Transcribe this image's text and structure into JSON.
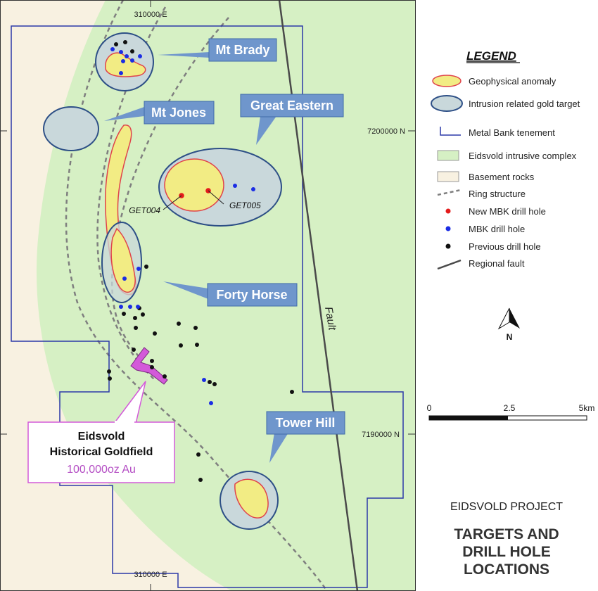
{
  "map": {
    "grid_labels": {
      "easting_top": "310000 E",
      "easting_bottom": "310000 E",
      "northing_upper": "7200000 N",
      "northing_lower": "7190000 N"
    },
    "fault_label": "Fault",
    "targets": {
      "mt_brady": "Mt Brady",
      "mt_jones": "Mt Jones",
      "great_eastern": "Great Eastern",
      "forty_horse": "Forty Horse",
      "tower_hill": "Tower Hill"
    },
    "drill_holes": {
      "get004": "GET004",
      "get005": "GET005"
    },
    "goldfield": {
      "name_line1": "Eidsvold",
      "name_line2": "Historical Goldfield",
      "amount": "100,000oz Au"
    }
  },
  "legend": {
    "title": "LEGEND",
    "items": [
      {
        "label": "Geophysical anomaly",
        "symbol": "yellow-ellipse"
      },
      {
        "label": "Intrusion related gold target",
        "symbol": "blue-ellipse"
      },
      {
        "label": "Metal Bank tenement",
        "symbol": "blue-bracket"
      },
      {
        "label": "Eidsvold intrusive complex",
        "symbol": "green-box"
      },
      {
        "label": "Basement rocks",
        "symbol": "beige-box"
      },
      {
        "label": "Ring structure",
        "symbol": "dashed-line"
      },
      {
        "label": "New MBK drill hole",
        "symbol": "red-dot"
      },
      {
        "label": "MBK drill hole",
        "symbol": "blue-dot"
      },
      {
        "label": "Previous drill hole",
        "symbol": "black-dot"
      },
      {
        "label": "Regional fault",
        "symbol": "solid-line"
      }
    ]
  },
  "north_arrow": {
    "label": "N"
  },
  "scale_bar": {
    "labels": [
      "0",
      "2.5",
      "5km"
    ]
  },
  "title_block": {
    "project": "EIDSVOLD PROJECT",
    "title_line1": "TARGETS AND",
    "title_line2": "DRILL HOLE",
    "title_line3": "LOCATIONS"
  },
  "colors": {
    "basement": "#f8f1e1",
    "intrusive": "#d6f0c4",
    "anomaly_fill": "#f2ec84",
    "anomaly_stroke": "#e0434b",
    "target_fill": "#c9d8db",
    "target_stroke": "#2d4f86",
    "tenement": "#2b38a8",
    "callout": "#6f96cc",
    "new_hole": "#e41b1b",
    "mbk_hole": "#1b2de4",
    "prev_hole": "#111111",
    "goldfield": "#d35ad9"
  }
}
